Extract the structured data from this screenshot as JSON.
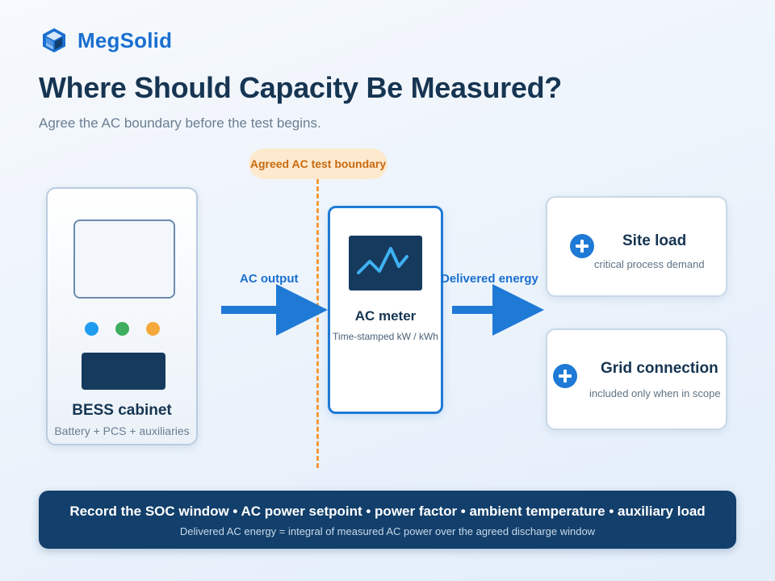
{
  "header": {
    "brand_name": "MegSolid",
    "brand_icon": "cube-logo-icon",
    "title": "Where Should Capacity Be Measured?",
    "subtitle": "Agree the AC boundary before the test begins."
  },
  "diagram": {
    "boundary_label": "Agreed AC test boundary",
    "source": {
      "label": "BESS cabinet",
      "sublabel": "Battery + PCS + auxiliaries"
    },
    "arrow_1_label": "AC output",
    "meter": {
      "label": "AC meter",
      "sublabel": "Time-stamped kW / kWh",
      "icon": "waveform-icon"
    },
    "arrow_2_label": "Delivered energy",
    "targets": [
      {
        "label": "Site load",
        "sublabel": "critical process demand",
        "icon": "plus-icon"
      },
      {
        "label": "Grid connection",
        "sublabel": "included only when in scope",
        "icon": "plus-icon"
      }
    ]
  },
  "footer": {
    "main": "Record the SOC window • AC power setpoint • power factor • ambient temperature • auxiliary load",
    "sub": "Delivered AC energy = integral of measured AC power over the agreed discharge window"
  },
  "colors": {
    "brand_blue": "#1a6fd0",
    "navy": "#163a5e",
    "boundary_orange": "#f59a38",
    "banner_bg": "#123f6b"
  }
}
